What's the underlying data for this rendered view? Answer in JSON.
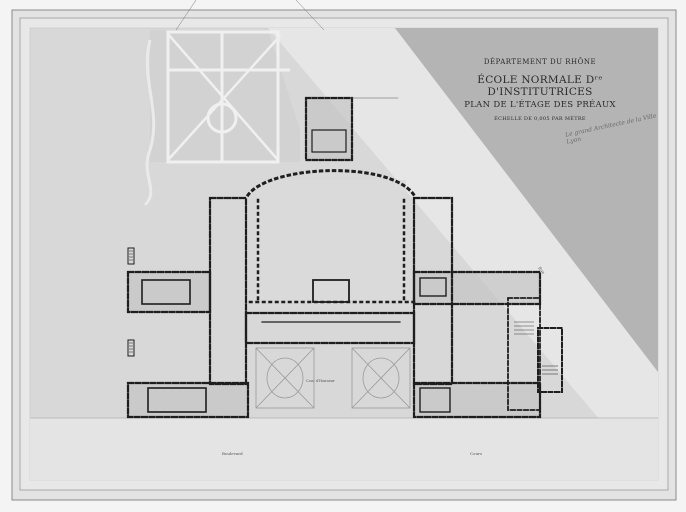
{
  "drawing": {
    "department": "DÉPARTEMENT DU RHÔNE",
    "school": "ÉCOLE NORMALE Dʳᵉ D'INSTITUTRICES",
    "sheet_title": "PLAN DE L'ÉTAGE DES PRÉAUX",
    "scale": "ÉCHELLE DE 0,005 PAR MÈTRE",
    "signature_line1": "Le grand Architecte de la Ville",
    "signature_line2": "Lyon",
    "street_bottom": "Boulevard",
    "street_bottom_2": "Cours",
    "street_diagonal": "Rue",
    "courtyard_label": "Cour d'Honneur"
  },
  "colors": {
    "paper": "#f3f3f3",
    "sheet": "#e6e6e6",
    "wall": "#1e1e1e",
    "tone": "#b9b9b9",
    "garden": "#c9c9c9"
  }
}
